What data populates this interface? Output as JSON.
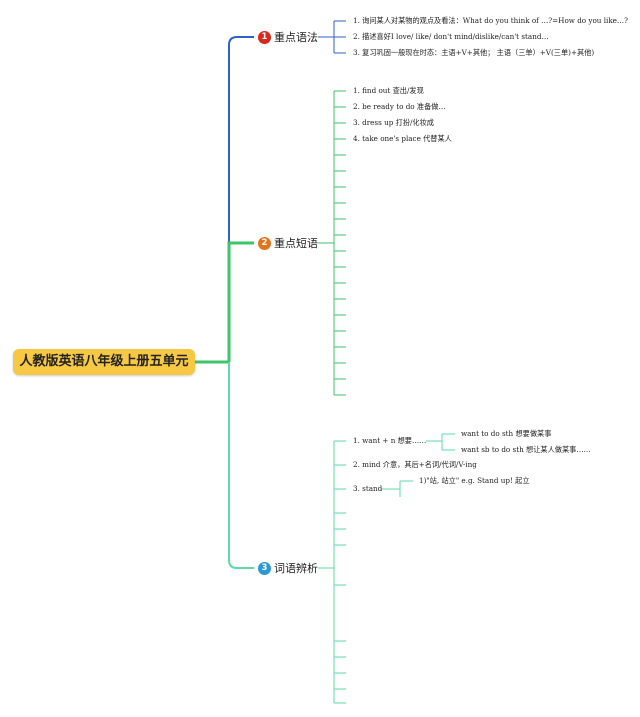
{
  "root": {
    "title": "人教版英语八年级上册五单元"
  },
  "colors": {
    "branch1": "#2f5fd0",
    "branch2": "#3ec46a",
    "branch3": "#5fd9a8",
    "num1": "#d9291c",
    "num2": "#e2741b",
    "num3": "#2b97d6",
    "root_fill": "#f7c843"
  },
  "branches": [
    {
      "number": "1",
      "label": "重点语法",
      "items": [
        "1. 询问某人对某物的观点及看法：What do you think of …?=How do you like…?",
        "2. 描述喜好I love/ like/ don't mind/dislike/can't stand…",
        "3. 复习巩固一般现在时态：主语+V+其他； 主语（三单）+V(三单)+其他)"
      ]
    },
    {
      "number": "2",
      "label": "重点短语",
      "items": [
        "1. find out 查出/发现",
        "2. be ready to do 准备做…",
        "3. dress up 打扮/化妆成",
        "4. take one's place 代替某人"
      ]
    },
    {
      "number": "3",
      "label": "词语辨析",
      "items": [
        "1. want + n 想要……",
        "2. mind 介意，其后+名词/代词/V-ing",
        "3. stand"
      ],
      "want_sub": [
        "want to do sth 想要做某事",
        "want sb to do sth 想让某人做某事……"
      ],
      "stand_sub": [
        "1)\"站, 站立\" e.g. Stand up! 起立"
      ]
    }
  ]
}
